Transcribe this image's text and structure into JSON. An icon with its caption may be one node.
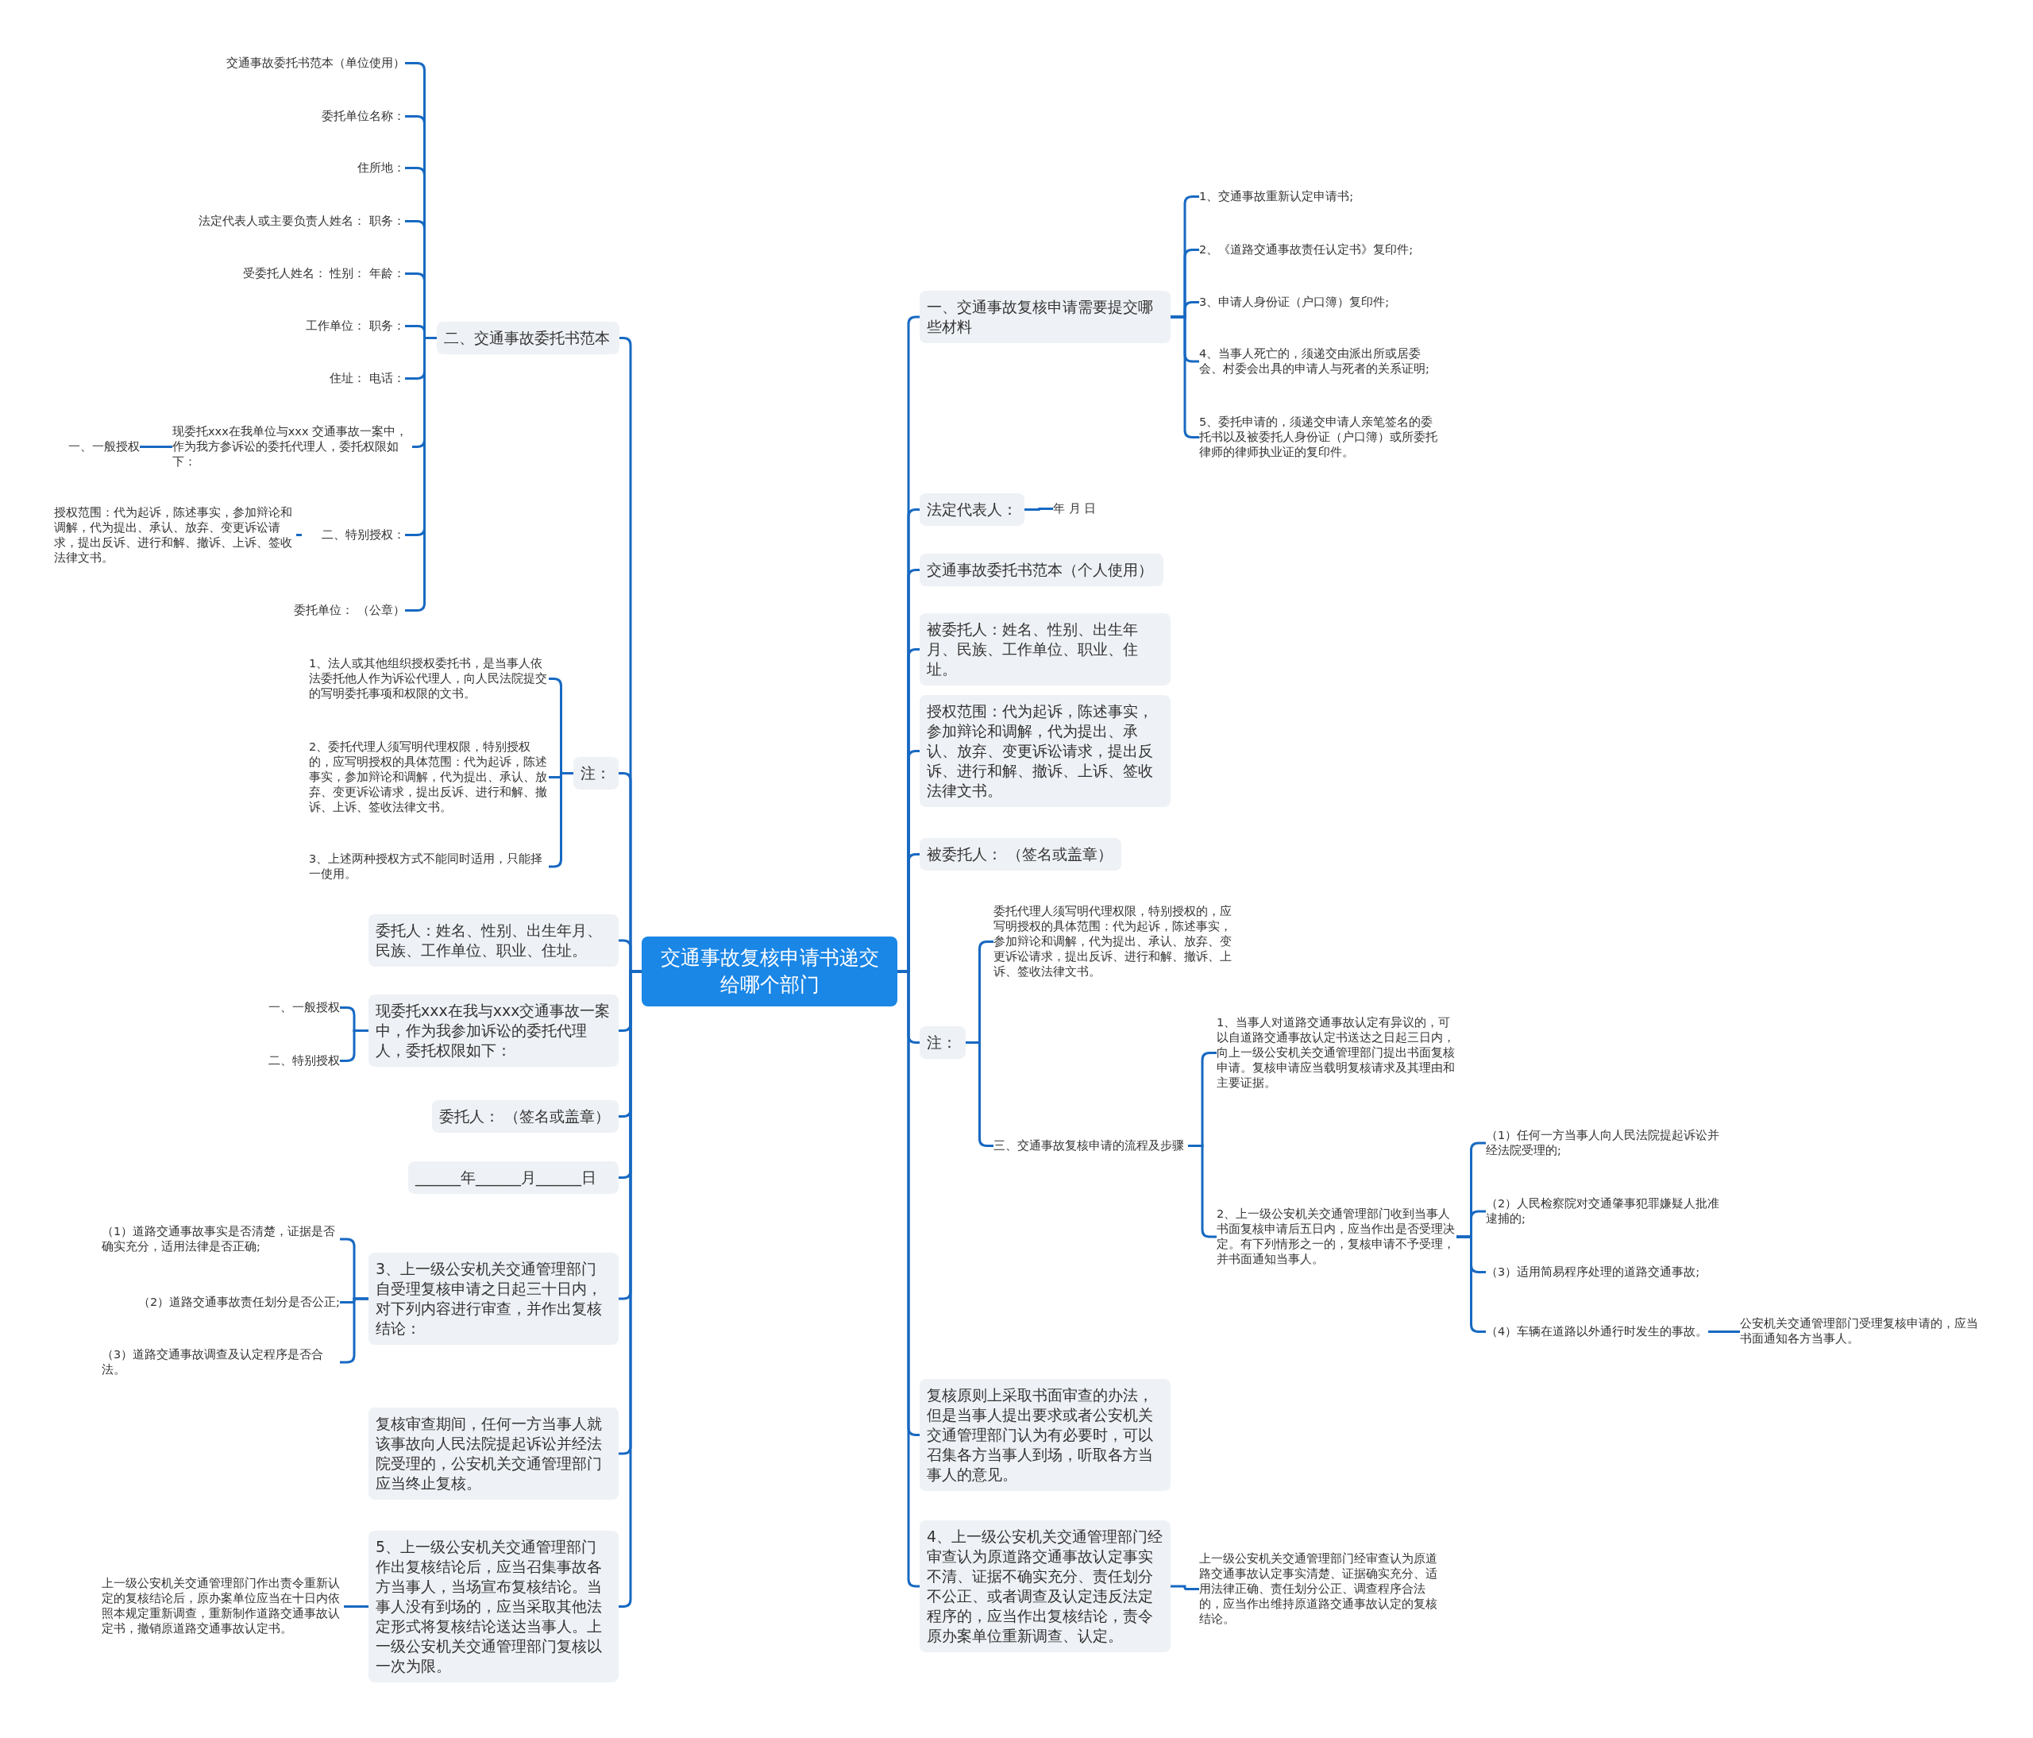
{
  "diagram": {
    "nodes": [
      {
        "text": [
          "交通事故复核申请书递交给哪个部门"
        ]
      },
      {
        "text": [
          "二、交通事故委托书范本"
        ]
      },
      {
        "text": [
          "交通事故委托书范本（单位使用）"
        ]
      },
      {
        "text": [
          "委托单位名称："
        ]
      },
      {
        "text": [
          "住所地："
        ]
      },
      {
        "text": [
          "法定代表人或主要负责人姓名： 职务："
        ]
      },
      {
        "text": [
          "受委托人姓名： 性别： 年龄："
        ]
      },
      {
        "text": [
          "工作单位： 职务："
        ]
      },
      {
        "text": [
          "住址： 电话："
        ]
      },
      {
        "text": [
          "现委托xxx在我单位与xxx 交通事故一案中，作为我方参诉讼的委托代理人，委托权限如下："
        ]
      },
      {
        "text": [
          "一、一般授权"
        ]
      },
      {
        "text": [
          "二、特别授权："
        ]
      },
      {
        "text": [
          "授权范围：代为起诉，陈述事实，参加辩论和调解，代为提出、承认、放弃、变更诉讼请求，提出反诉、进行和解、撤诉、上诉、签收法律文书。"
        ]
      },
      {
        "text": [
          "委托单位： （公章）"
        ]
      },
      {
        "text": [
          "注："
        ]
      },
      {
        "text": [
          "1、法人或其他组织授权委托书，是当事人依法委托他人作为诉讼代理人，向人民法院提交的写明委托事项和权限的文书。"
        ]
      },
      {
        "text": [
          "2、委托代理人须写明代理权限，特别授权的，应写明授权的具体范围：代为起诉，陈述事实，参加辩论和调解，代为提出、承认、放弃、变更诉讼请求，提出反诉、进行和解、撤诉、上诉、签收法律文书。"
        ]
      },
      {
        "text": [
          "3、上述两种授权方式不能同时适用，只能择一使用。"
        ]
      },
      {
        "text": [
          "委托人：姓名、性别、出生年月、民族、工作单位、职业、住址。"
        ]
      },
      {
        "text": [
          "现委托xxx在我与xxx交通事故一案中，作为我参加诉讼的委托代理人，委托权限如下："
        ]
      },
      {
        "text": [
          "一、一般授权"
        ]
      },
      {
        "text": [
          "二、特别授权"
        ]
      },
      {
        "text": [
          "委托人： （签名或盖章）"
        ]
      },
      {
        "text": [
          "______年______月______日"
        ]
      },
      {
        "text": [
          "3、上一级公安机关交通管理部门自受理复核申请之日起三十日内，对下列内容进行审查，并作出复核结论："
        ]
      },
      {
        "text": [
          "（1）道路交通事故事实是否清楚，证据是否确实充分，适用法律是否正确;"
        ]
      },
      {
        "text": [
          "（2）道路交通事故责任划分是否公正;"
        ]
      },
      {
        "text": [
          "（3）道路交通事故调查及认定程序是否合法。"
        ]
      },
      {
        "text": [
          "复核审查期间，任何一方当事人就该事故向人民法院提起诉讼并经法院受理的，公安机关交通管理部门应当终止复核。"
        ]
      },
      {
        "text": [
          "5、上一级公安机关交通管理部门作出复核结论后，应当召集事故各方当事人，当场宣布复核结论。当事人没有到场的，应当采取其他法定形式将复核结论送达当事人。上一级公安机关交通管理部门复核以一次为限。"
        ]
      },
      {
        "text": [
          "上一级公安机关交通管理部门作出责令重新认定的复核结论后，原办案单位应当在十日内依照本规定重新调查，重新制作道路交通事故认定书，撤销原道路交通事故认定书。"
        ]
      },
      {
        "text": [
          "一、交通事故复核申请需要提交哪些材料"
        ]
      },
      {
        "text": [
          "1、交通事故重新认定申请书;"
        ]
      },
      {
        "text": [
          "2、《道路交通事故责任认定书》复印件;"
        ]
      },
      {
        "text": [
          "3、申请人身份证（户口簿）复印件;"
        ]
      },
      {
        "text": [
          "4、当事人死亡的，须递交由派出所或居委会、村委会出具的申请人与死者的关系证明;"
        ]
      },
      {
        "text": [
          "5、委托申请的，须递交申请人亲笔签名的委托书以及被委托人身份证（户口簿）或所委托律师的律师执业证的复印件。"
        ]
      },
      {
        "text": [
          "法定代表人："
        ]
      },
      {
        "text": [
          "年 月 日"
        ]
      },
      {
        "text": [
          "交通事故委托书范本（个人使用）"
        ]
      },
      {
        "text": [
          "被委托人：姓名、性别、出生年月、民族、工作单位、职业、住址。"
        ]
      },
      {
        "text": [
          "授权范围：代为起诉，陈述事实，参加辩论和调解，代为提出、承认、放弃、变更诉讼请求，提出反诉、进行和解、撤诉、上诉、签收法律文书。"
        ]
      },
      {
        "text": [
          "被委托人： （签名或盖章）"
        ]
      },
      {
        "text": [
          "注："
        ]
      },
      {
        "text": [
          "委托代理人须写明代理权限，特别授权的，应写明授权的具体范围：代为起诉，陈述事实，参加辩论和调解，代为提出、承认、放弃、变更诉讼请求，提出反诉、进行和解、撤诉、上诉、签收法律文书。"
        ]
      },
      {
        "text": [
          "三、交通事故复核申请的流程及步骤"
        ]
      },
      {
        "text": [
          "1、当事人对道路交通事故认定有异议的，可以自道路交通事故认定书送达之日起三日内，向上一级公安机关交通管理部门提出书面复核申请。复核申请应当载明复核请求及其理由和主要证据。"
        ]
      },
      {
        "text": [
          "2、上一级公安机关交通管理部门收到当事人书面复核申请后五日内，应当作出是否受理决定。有下列情形之一的，复核申请不予受理，并书面通知当事人。"
        ]
      },
      {
        "text": [
          "（1）任何一方当事人向人民法院提起诉讼并经法院受理的;"
        ]
      },
      {
        "text": [
          "（2）人民检察院对交通肇事犯罪嫌疑人批准逮捕的;"
        ]
      },
      {
        "text": [
          "（3）适用简易程序处理的道路交通事故;"
        ]
      },
      {
        "text": [
          "（4）车辆在道路以外通行时发生的事故。"
        ]
      },
      {
        "text": [
          "公安机关交通管理部门受理复核申请的，应当书面通知各方当事人。"
        ]
      },
      {
        "text": [
          "复核原则上采取书面审查的办法，但是当事人提出要求或者公安机关交通管理部门认为有必要时，可以召集各方当事人到场，听取各方当事人的意见。"
        ]
      },
      {
        "text": [
          "4、上一级公安机关交通管理部门经审查认为原道路交通事故认定事实不清、证据不确实充分、责任划分不公正、或者调查及认定违反法定程序的，应当作出复核结论，责令原办案单位重新调查、认定。"
        ]
      },
      {
        "text": [
          "上一级公安机关交通管理部门经审查认为原道路交通事故认定事实清楚、证据确实充分、适用法律正确、责任划分公正、调查程序合法的，应当作出维持原道路交通事故认定的复核结论。"
        ]
      }
    ],
    "edges": [
      {
        "from": 0,
        "to": 1,
        "arrow": "none"
      },
      {
        "from": 1,
        "to": 2,
        "arrow": "none"
      },
      {
        "from": 1,
        "to": 3,
        "arrow": "none"
      },
      {
        "from": 1,
        "to": 4,
        "arrow": "none"
      },
      {
        "from": 1,
        "to": 5,
        "arrow": "none"
      },
      {
        "from": 1,
        "to": 6,
        "arrow": "none"
      },
      {
        "from": 1,
        "to": 7,
        "arrow": "none"
      },
      {
        "from": 1,
        "to": 8,
        "arrow": "none"
      },
      {
        "from": 1,
        "to": 9,
        "arrow": "none"
      },
      {
        "from": 9,
        "to": 10,
        "arrow": "none"
      },
      {
        "from": 1,
        "to": 11,
        "arrow": "none"
      },
      {
        "from": 11,
        "to": 12,
        "arrow": "none"
      },
      {
        "from": 1,
        "to": 13,
        "arrow": "none"
      },
      {
        "from": 0,
        "to": 14,
        "arrow": "none"
      },
      {
        "from": 14,
        "to": 15,
        "arrow": "none"
      },
      {
        "from": 14,
        "to": 16,
        "arrow": "none"
      },
      {
        "from": 14,
        "to": 17,
        "arrow": "none"
      },
      {
        "from": 0,
        "to": 18,
        "arrow": "none"
      },
      {
        "from": 0,
        "to": 19,
        "arrow": "none"
      },
      {
        "from": 19,
        "to": 20,
        "arrow": "none"
      },
      {
        "from": 19,
        "to": 21,
        "arrow": "none"
      },
      {
        "from": 0,
        "to": 22,
        "arrow": "none"
      },
      {
        "from": 0,
        "to": 23,
        "arrow": "none"
      },
      {
        "from": 0,
        "to": 24,
        "arrow": "none"
      },
      {
        "from": 24,
        "to": 25,
        "arrow": "none"
      },
      {
        "from": 24,
        "to": 26,
        "arrow": "none"
      },
      {
        "from": 24,
        "to": 27,
        "arrow": "none"
      },
      {
        "from": 0,
        "to": 28,
        "arrow": "none"
      },
      {
        "from": 0,
        "to": 29,
        "arrow": "none"
      },
      {
        "from": 29,
        "to": 30,
        "arrow": "none"
      },
      {
        "from": 0,
        "to": 31,
        "arrow": "none"
      },
      {
        "from": 31,
        "to": 32,
        "arrow": "none"
      },
      {
        "from": 31,
        "to": 33,
        "arrow": "none"
      },
      {
        "from": 31,
        "to": 34,
        "arrow": "none"
      },
      {
        "from": 31,
        "to": 35,
        "arrow": "none"
      },
      {
        "from": 31,
        "to": 36,
        "arrow": "none"
      },
      {
        "from": 0,
        "to": 37,
        "arrow": "none"
      },
      {
        "from": 37,
        "to": 38,
        "arrow": "none"
      },
      {
        "from": 0,
        "to": 39,
        "arrow": "none"
      },
      {
        "from": 0,
        "to": 40,
        "arrow": "none"
      },
      {
        "from": 0,
        "to": 41,
        "arrow": "none"
      },
      {
        "from": 0,
        "to": 42,
        "arrow": "none"
      },
      {
        "from": 0,
        "to": 43,
        "arrow": "none"
      },
      {
        "from": 43,
        "to": 44,
        "arrow": "none"
      },
      {
        "from": 43,
        "to": 45,
        "arrow": "none"
      },
      {
        "from": 45,
        "to": 46,
        "arrow": "none"
      },
      {
        "from": 45,
        "to": 47,
        "arrow": "none"
      },
      {
        "from": 47,
        "to": 48,
        "arrow": "none"
      },
      {
        "from": 47,
        "to": 49,
        "arrow": "none"
      },
      {
        "from": 47,
        "to": 50,
        "arrow": "none"
      },
      {
        "from": 47,
        "to": 51,
        "arrow": "none"
      },
      {
        "from": 51,
        "to": 52,
        "arrow": "none"
      },
      {
        "from": 0,
        "to": 53,
        "arrow": "none"
      },
      {
        "from": 0,
        "to": 54,
        "arrow": "none"
      },
      {
        "from": 54,
        "to": 55,
        "arrow": "none"
      }
    ]
  }
}
